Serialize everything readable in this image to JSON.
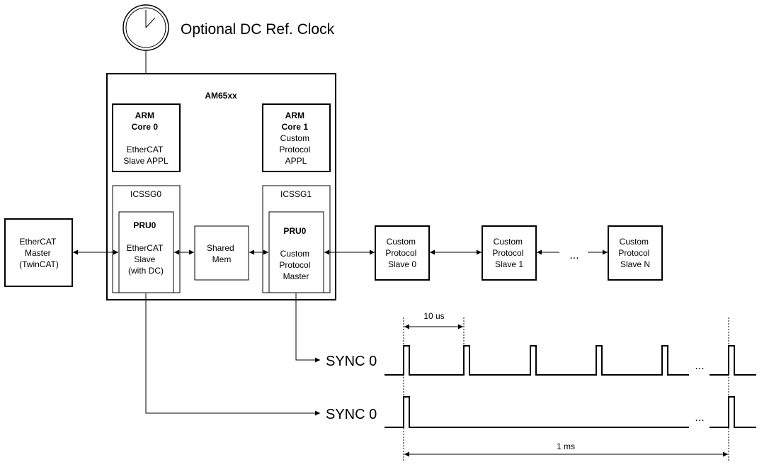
{
  "clock": {
    "label": "Optional DC Ref. Clock"
  },
  "soc": {
    "label": "AM65xx"
  },
  "arm0": {
    "lines": [
      "ARM",
      "Core 0",
      "",
      "EtherCAT",
      "Slave APPL"
    ]
  },
  "arm1": {
    "lines": [
      "ARM",
      "Core 1",
      "Custom",
      "Protocol",
      "APPL"
    ]
  },
  "icssg0": {
    "label": "ICSSG0"
  },
  "icssg1": {
    "label": "ICSSG1"
  },
  "pru0_left": {
    "lines": [
      "PRU0",
      "",
      "EtherCAT",
      "Slave",
      "(with DC)"
    ]
  },
  "pru0_right": {
    "lines": [
      "PRU0",
      "",
      "Custom",
      "Protocol",
      "Master"
    ]
  },
  "shared_mem": {
    "lines": [
      "Shared",
      "Mem"
    ]
  },
  "master": {
    "lines": [
      "EtherCAT",
      "Master",
      "(TwinCAT)"
    ]
  },
  "slave0": {
    "lines": [
      "Custom",
      "Protocol",
      "Slave 0"
    ]
  },
  "slave1": {
    "lines": [
      "Custom",
      "Protocol",
      "Slave 1"
    ]
  },
  "slaveN": {
    "lines": [
      "Custom",
      "Protocol",
      "Slave N"
    ]
  },
  "chain_ellipsis": "...",
  "sync_top": {
    "label": "SYNC 0",
    "ellipsis": "..."
  },
  "sync_bottom": {
    "label": "SYNC 0",
    "ellipsis": "..."
  },
  "period_small": "10 us",
  "period_large": "1 ms"
}
